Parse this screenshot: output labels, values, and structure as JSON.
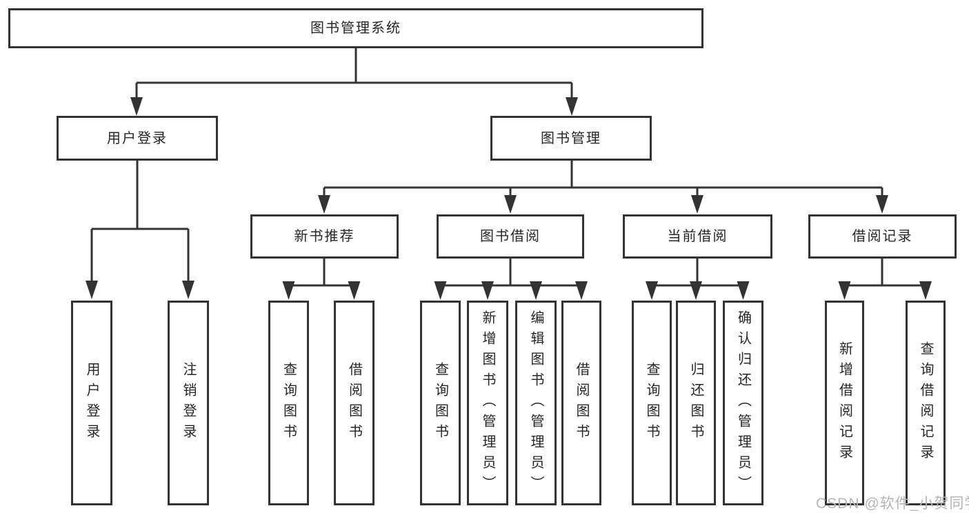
{
  "diagram": {
    "type": "tree-structure-diagram",
    "colors": {
      "background": "#ffffff",
      "line": "#333333",
      "box_border": "#333333",
      "box_fill": "#ffffff",
      "text": "#262626",
      "watermark": "#b5b5b5"
    },
    "nodes": {
      "root": "图书管理系统",
      "user_login": "用户登录",
      "book_mgmt": "图书管理",
      "new_book_rec": "新书推荐",
      "book_borrow": "图书借阅",
      "current_borrow": "当前借阅",
      "borrow_records": "借阅记录",
      "leaf_user_login": "用户登录",
      "leaf_logout": "注销登录",
      "leaf_query_book_1": "查询图书",
      "leaf_borrow_book_1": "借阅图书",
      "leaf_query_book_2": "查询图书",
      "leaf_add_book": "新增图书（管理员）",
      "leaf_edit_book": "编辑图书（管理员）",
      "leaf_borrow_book_2": "借阅图书",
      "leaf_query_book_3": "查询图书",
      "leaf_return_book": "归还图书",
      "leaf_confirm_return": "确认归还（管理员）",
      "leaf_add_borrow_record": "新增借阅记录",
      "leaf_query_borrow_record": "查询借阅记录"
    },
    "watermark": "CSDN @软件_小贺同学"
  }
}
